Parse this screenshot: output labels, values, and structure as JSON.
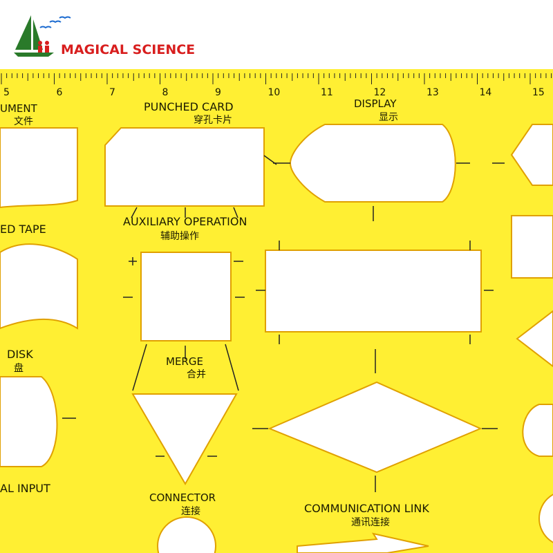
{
  "brand": {
    "name": "MAGICAL SCIENCE",
    "color": "#d81e1e",
    "logo_colors": [
      "#2a7a2a",
      "#1a6ad0",
      "#d81e1e"
    ]
  },
  "template": {
    "color": "#ffef33",
    "edge_color": "#e0a000",
    "ruler_numbers": [
      "5",
      "6",
      "7",
      "8",
      "9",
      "10",
      "11",
      "12",
      "13",
      "14",
      "15"
    ]
  },
  "labels": {
    "document_en": "UMENT",
    "document_zh": "文件",
    "punched_card_en": "PUNCHED CARD",
    "punched_card_zh": "穿孔卡片",
    "display_en": "DISPLAY",
    "display_zh": "显示",
    "tape_en": "ED TAPE",
    "auxiliary_en": "AUXILIARY OPERATION",
    "auxiliary_zh": "辅助操作",
    "disk_en": "DISK",
    "disk_zh": "盘",
    "merge_en": "MERGE",
    "merge_zh": "合并",
    "manual_input_en": "AL INPUT",
    "connector_en": "CONNECTOR",
    "connector_zh": "连接",
    "communication_en": "COMMUNICATION LINK",
    "communication_zh": "通讯连接"
  }
}
